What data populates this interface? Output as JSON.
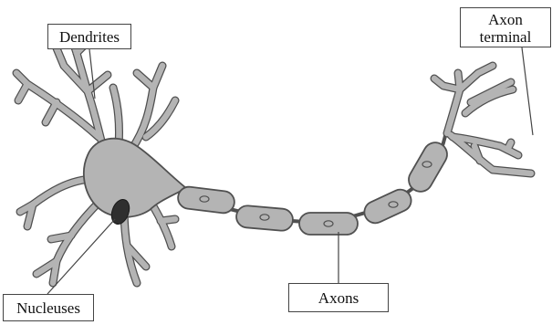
{
  "labels": {
    "dendrites": "Dendrites",
    "axon_terminal": [
      "Axon",
      "terminal"
    ],
    "nucleuses": "Nucleuses",
    "axons": "Axons"
  },
  "colors": {
    "cell_fill": "#b4b4b4",
    "cell_stroke": "#505050",
    "nucleus_fill": "#2f2f2f",
    "line": "#444444",
    "background": "#ffffff"
  }
}
